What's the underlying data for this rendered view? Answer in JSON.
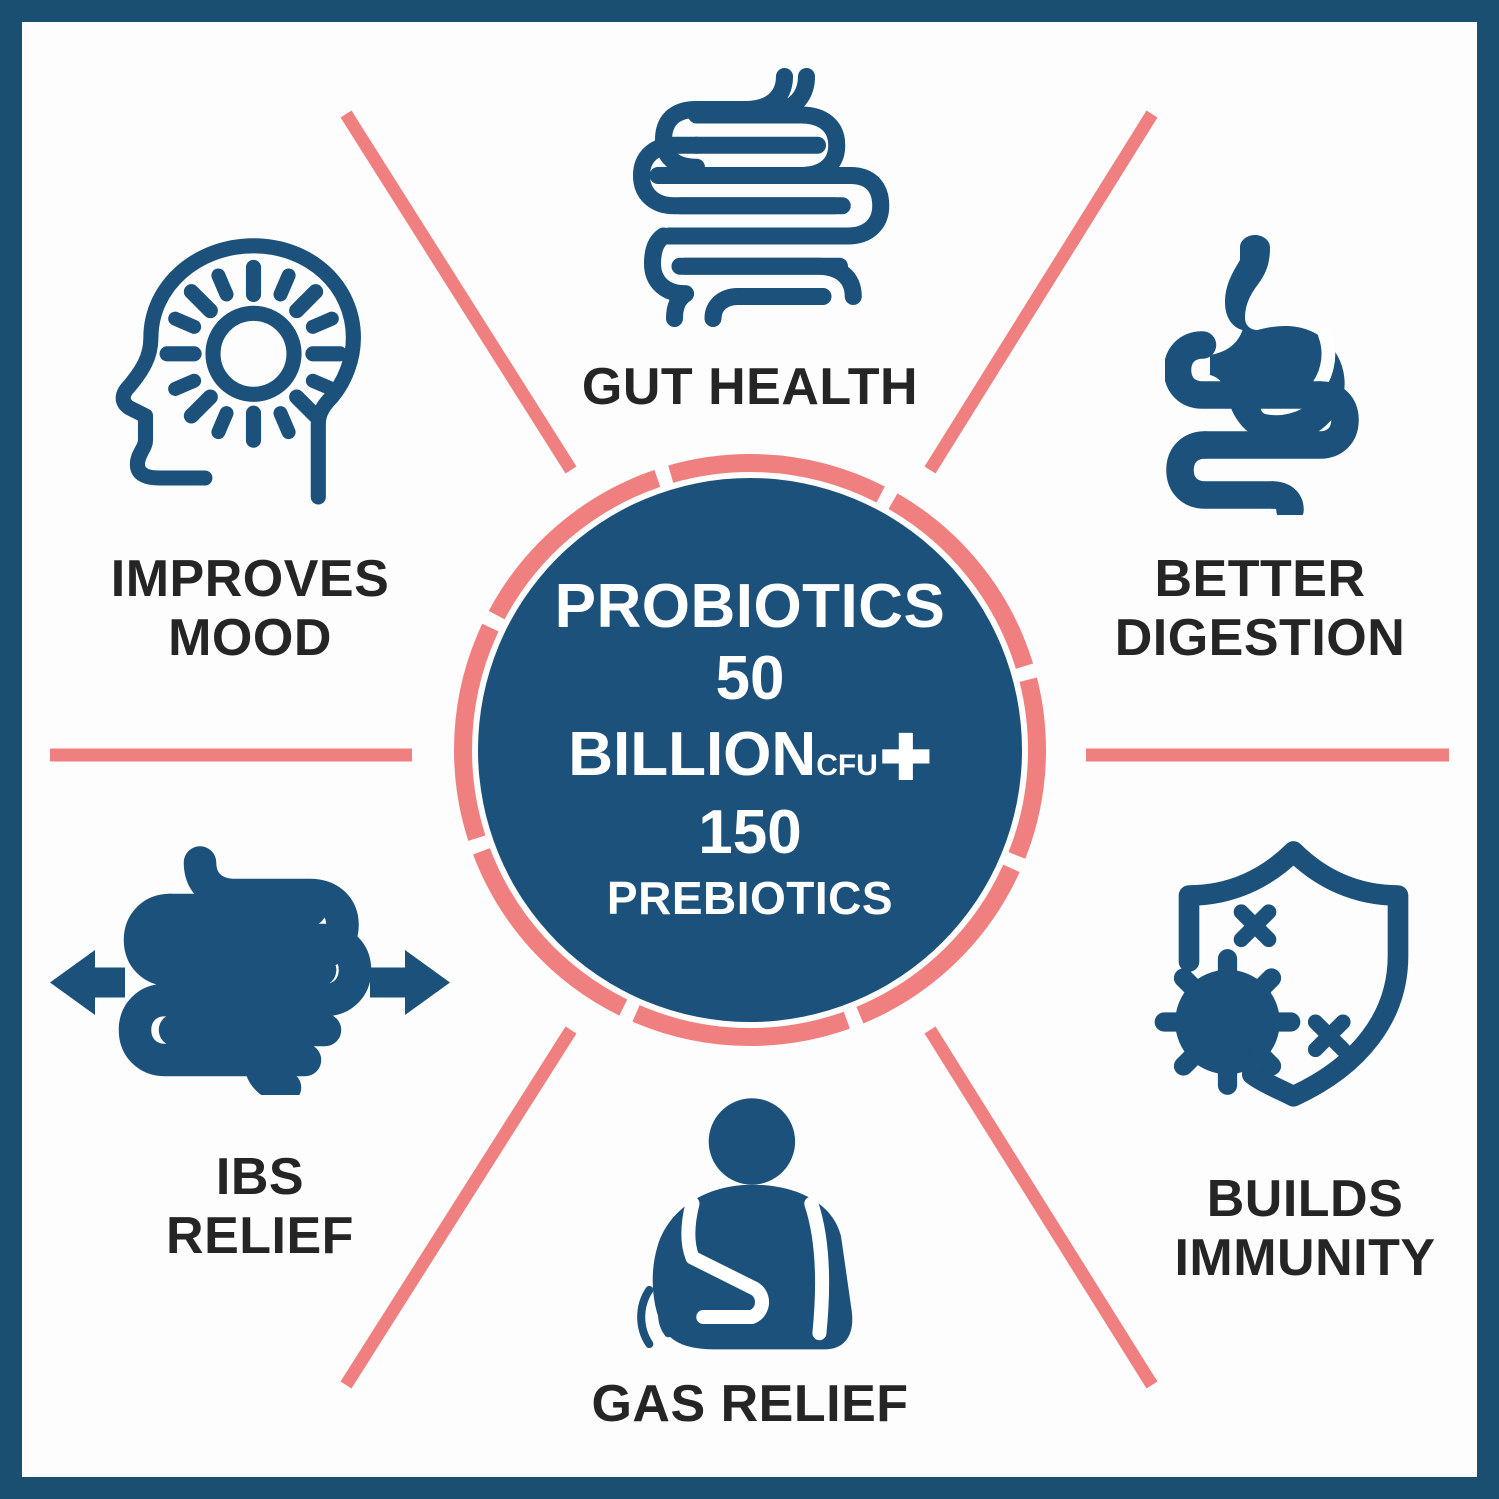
{
  "colors": {
    "frame": "#1b4f72",
    "circle_fill": "#1b517a",
    "ring": "#f08080",
    "spoke": "#f08080",
    "icon": "#1b517a",
    "label_text": "#252525",
    "background": "#fdfdfd",
    "center_text": "#ffffff"
  },
  "center": {
    "line1": "PROBIOTICS",
    "line2": "50",
    "line3_main": "BILLION",
    "line3_sub": "CFU",
    "line3_plus": "✚",
    "line4": "150",
    "line5": "PREBIOTICS"
  },
  "benefits": [
    {
      "id": "gut-health",
      "label": "GUT HEALTH",
      "icon": "intestine-coil-icon",
      "position": "top"
    },
    {
      "id": "better-digestion",
      "label": "BETTER\nDIGESTION",
      "icon": "stomach-icon",
      "position": "right-top"
    },
    {
      "id": "builds-immunity",
      "label": "BUILDS\nIMMUNITY",
      "icon": "shield-virus-icon",
      "position": "right-bottom"
    },
    {
      "id": "gas-relief",
      "label": "GAS RELIEF",
      "icon": "person-stomach-ache-icon",
      "position": "bottom"
    },
    {
      "id": "ibs-relief",
      "label": "IBS\nRELIEF",
      "icon": "bloated-intestine-arrows-icon",
      "position": "left-bottom"
    },
    {
      "id": "improves-mood",
      "label": "IMPROVES\nMOOD",
      "icon": "head-sun-icon",
      "position": "left-top"
    }
  ]
}
